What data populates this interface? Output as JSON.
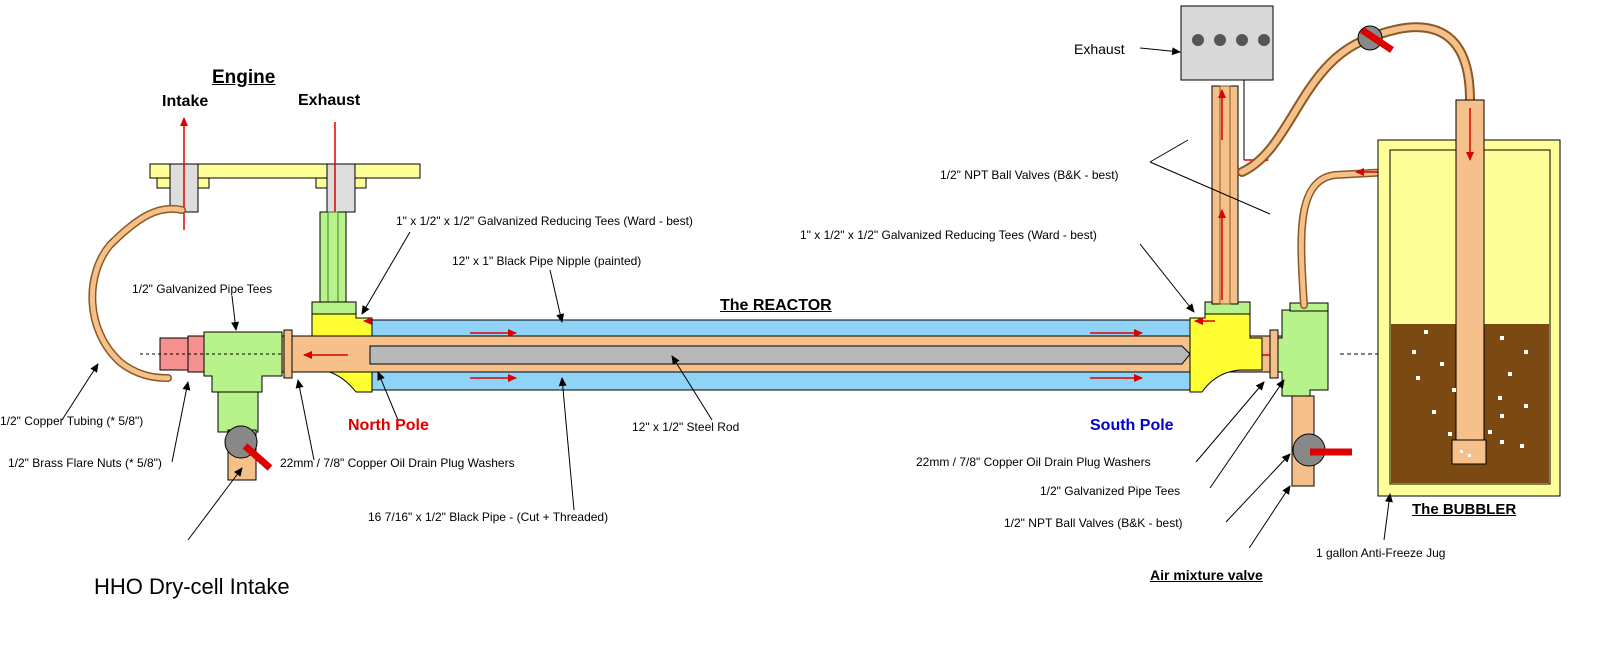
{
  "titles": {
    "engine": "Engine",
    "reactor": "The REACTOR",
    "bubbler": "The BUBBLER",
    "north_pole": "North Pole",
    "south_pole": "South Pole"
  },
  "labels": {
    "intake": "Intake",
    "exhaust_left": "Exhaust",
    "exhaust_right": "Exhaust",
    "galv_tees_top_left": "1/2\" Galvanized Pipe Tees",
    "reducing_tees_left": "1\" x 1/2\" x 1/2\" Galvanized Reducing Tees (Ward - best)",
    "black_nipple": "12\" x 1\" Black Pipe Nipple (painted)",
    "ball_valves_top": "1/2\" NPT Ball Valves (B&K - best)",
    "reducing_tees_right": "1\" x 1/2\" x 1/2\" Galvanized Reducing Tees (Ward - best)",
    "copper_tubing": "1/2\" Copper Tubing (* 5/8\")",
    "brass_flare_nuts": "1/2\" Brass Flare Nuts (* 5/8\")",
    "washers_left": "22mm / 7/8\" Copper Oil Drain Plug Washers",
    "steel_rod": "12\" x 1/2\" Steel Rod",
    "black_pipe": "16 7/16\" x 1/2\" Black Pipe - (Cut + Threaded)",
    "washers_right": "22mm / 7/8\" Copper Oil Drain Plug Washers",
    "galv_tees_right": "1/2\" Galvanized Pipe Tees",
    "ball_valves_bottom": "1/2\" NPT Ball Valves (B&K - best)",
    "antifreeze_jug": "1 gallon Anti-Freeze Jug",
    "air_mixture_valve": "Air mixture valve",
    "hho_intake": "HHO Dry-cell Intake"
  },
  "colors": {
    "copper": "#f5c08a",
    "copper_dark": "#8a5a22",
    "galvanized": "#b8f28a",
    "reducing_tee": "#ffff33",
    "black_pipe_paint": "#8fd4f7",
    "steel_rod": "#b8b8b8",
    "bubbler_jug": "#ffff99",
    "water": "#7a4a12",
    "flow_arrow": "#dd0000",
    "valve_handle": "#dd0000",
    "flare_nut": "#f79090",
    "exhaust_box": "#d8d8d8"
  }
}
